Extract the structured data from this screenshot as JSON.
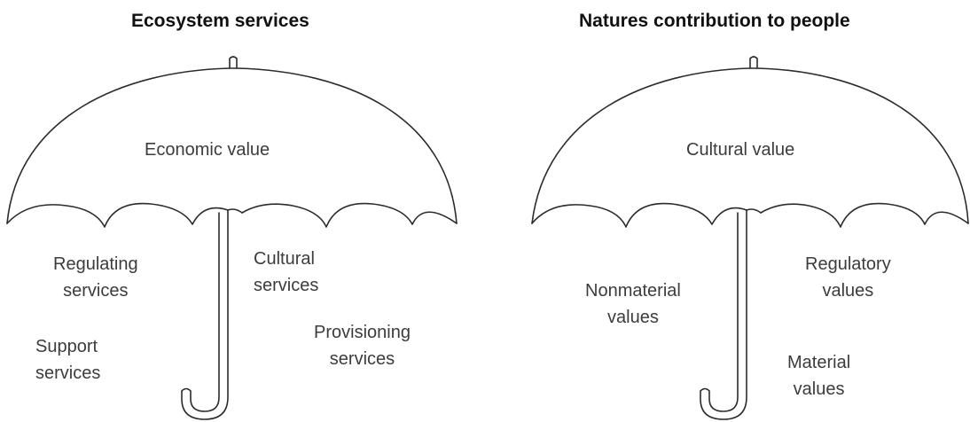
{
  "diagrams": [
    {
      "title": "Ecosystem services",
      "canopy_label": "Economic value",
      "labels": [
        "Regulating\nservices",
        "Cultural\nservices",
        "Provisioning\nservices",
        "Support\nservices"
      ]
    },
    {
      "title": "Natures contribution to people",
      "canopy_label": "Cultural value",
      "labels": [
        "Nonmaterial\nvalues",
        "Regulatory\nvalues",
        "Material\nvalues"
      ]
    }
  ],
  "stroke_color": "#2b2b2b"
}
